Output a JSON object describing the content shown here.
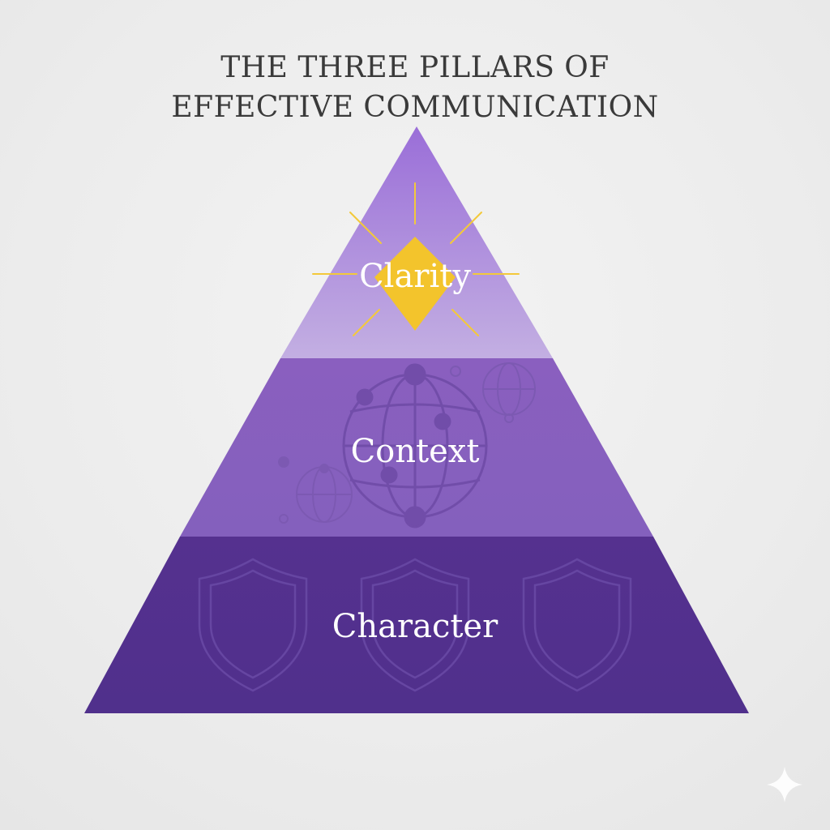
{
  "title": {
    "line1": "THE THREE PILLARS OF",
    "line2": "EFFECTIVE COMMUNICATION"
  },
  "tiers": [
    {
      "label": "Clarity",
      "icon": "diamond-burst-icon",
      "color": "#b29ae0"
    },
    {
      "label": "Context",
      "icon": "globe-network-icon",
      "color": "#8a62bf"
    },
    {
      "label": "Character",
      "icon": "shield-icon",
      "color": "#54318f"
    }
  ],
  "colors": {
    "background": "#ececec",
    "accent": "#f3c93a",
    "title_text": "#3a3a3a"
  },
  "decorations": {
    "corner_icon": "sparkle-icon"
  }
}
